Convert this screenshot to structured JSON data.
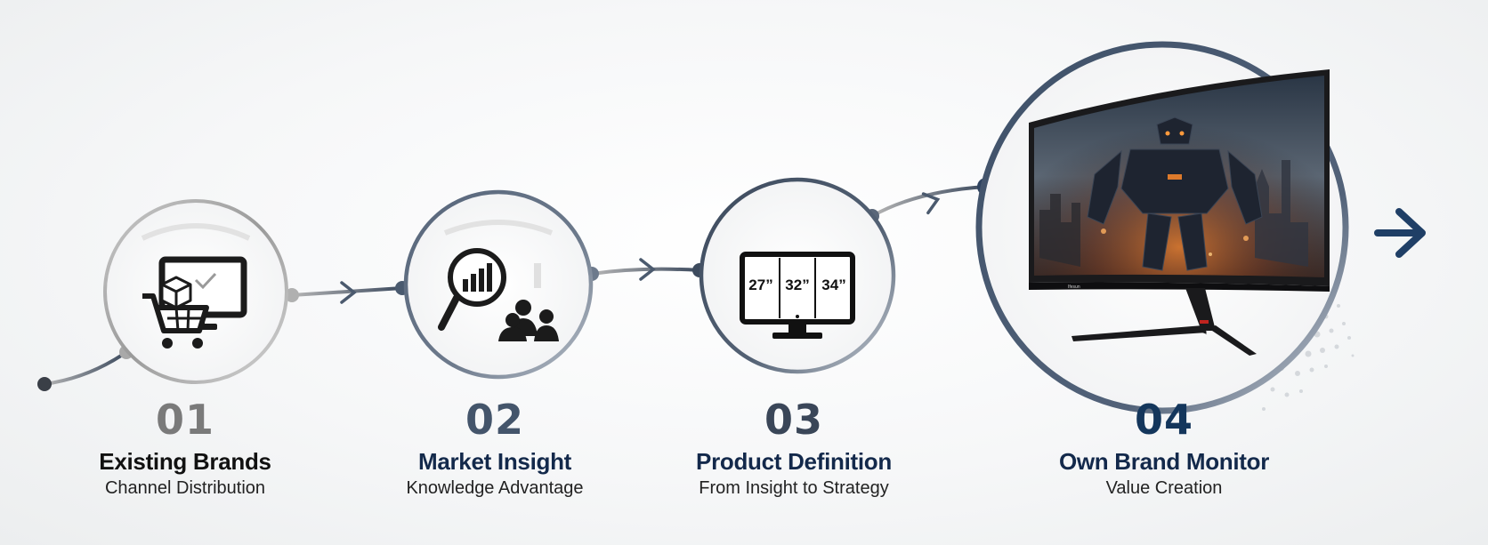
{
  "colors": {
    "step1": "#7a7a7a",
    "step2": "#44556b",
    "step3": "#3a4658",
    "step4": "#14365c",
    "titles": "#13294b",
    "accent_arrow": "#1f3f66"
  },
  "steps": [
    {
      "number": "01",
      "title": "Existing Brands",
      "subtitle": "Channel Distribution",
      "icon": "cart-monitor-icon"
    },
    {
      "number": "02",
      "title": "Market Insight",
      "subtitle": "Knowledge Advantage",
      "icon": "magnifier-chart-people-icon"
    },
    {
      "number": "03",
      "title": "Product Definition",
      "subtitle": "From Insight to Strategy",
      "icon": "monitor-sizes-icon",
      "sizes": [
        "27”",
        "32”",
        "34”"
      ]
    },
    {
      "number": "04",
      "title": "Own Brand Monitor",
      "subtitle": "Value Creation",
      "icon": "curved-gaming-monitor-image",
      "brand": "Ifesun"
    }
  ],
  "next_arrow": "arrow-right-icon"
}
